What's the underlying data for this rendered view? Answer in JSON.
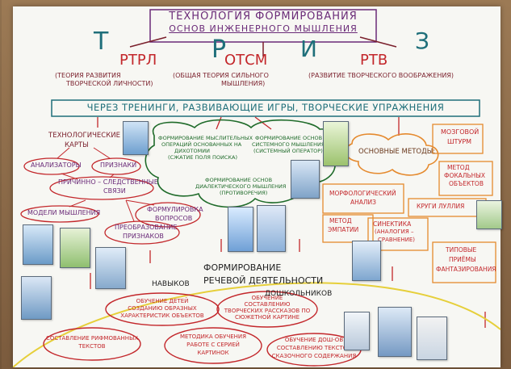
{
  "header": {
    "title_line1": "ТЕХНОЛОГИЯ ФОРМИРОВАНИЯ",
    "title_line2": "ОСНОВ ИНЖЕНЕРНОГО МЫШЛЕНИЯ"
  },
  "triz": {
    "T": "Т",
    "P": "Р",
    "I": "И",
    "Z": "З"
  },
  "branches": {
    "rtrl": {
      "label": "РТРЛ",
      "desc_line1": "(ТЕОРИЯ РАЗВИТИЯ",
      "desc_line2": "ТВОРЧЕСКОЙ ЛИЧНОСТИ)"
    },
    "otsm": {
      "label": "ОТСМ",
      "desc_line1": "(ОБЩАЯ ТЕОРИЯ СИЛЬНОГО",
      "desc_line2": "МЫШЛЕНИЯ)"
    },
    "rtv": {
      "label": "РТВ",
      "desc_line1": "(РАЗВИТИЕ ТВОРЧЕСКОГО ВООБРАЖЕНИЯ)"
    }
  },
  "banner": "ЧЕРЕЗ ТРЕНИНГИ, РАЗВИВАЮЩИЕ ИГРЫ, ТВОРЧЕСКИЕ УПРАЖНЕНИЯ",
  "left_block": {
    "title_line1": "ТЕХНОЛОГИЧЕСКИЕ",
    "title_line2": "КАРТЫ",
    "items": {
      "analyzers": "АНАЛИЗАТОРЫ",
      "signs": "ПРИЗНАКИ",
      "cause_line1": "ПРИЧИННО – СЛЕДСТВЕННЫЕ",
      "cause_line2": "СВЯЗИ",
      "models": "МОДЕЛИ МЫШЛЕНИЯ",
      "questions_line1": "ФОРМУЛИРОВКА",
      "questions_line2": "ВОПРОСОВ",
      "transform_line1": "ПРЕОБРАЗОВАНИЕ",
      "transform_line2": "ПРИЗНАКОВ"
    }
  },
  "middle_block": {
    "c1_line1": "ФОРМИРОВАНИЕ МЫСЛИТЕЛЬНЫХ",
    "c1_line2": "ОПЕРАЦИЙ ОСНОВАННЫХ НА",
    "c1_line3": "ДИХОТОМИИ",
    "c1_line4": "(СЖАТИЕ ПОЛЯ ПОИСКА)",
    "c2_line1": "ФОРМИРОВАНИЕ ОСНОВ",
    "c2_line2": "СИСТЕМНОГО МЫШЛЕНИЯ",
    "c2_line3": "(СИСТЕМНЫЙ ОПЕРАТОР)",
    "c3_line1": "ФОРМИРОВАНИЕ ОСНОВ",
    "c3_line2": "ДИАЛЕКТИЧЕСКОГО МЫШЛЕНИЯ",
    "c3_line3": "(ПРОТИВОРЕЧИЯ)"
  },
  "right_block": {
    "methods": "ОСНОВНЫЕ МЕТОДЫ:",
    "brainstorm_line1": "МОЗГОВОЙ",
    "brainstorm_line2": "ШТУРМ",
    "focal_line1": "МЕТОД",
    "focal_line2": "ФОКАЛЬНЫХ",
    "focal_line3": "ОБЪЕКТОВ",
    "morph_line1": "МОРФОЛОГИЧЕСКИЙ",
    "morph_line2": "АНАЛИЗ",
    "llull": "КРУГИ ЛУЛЛИЯ",
    "empathy_line1": "МЕТОД",
    "empathy_line2": "ЭМПАТИИ",
    "synectics_line1": "СИНЕКТИКА",
    "synectics_line2": "(АНАЛОГИЯ –",
    "synectics_line3": "СРАВНЕНИЕ)",
    "fantasy_line1": "ТИПОВЫЕ",
    "fantasy_line2": "ПРИЁМЫ",
    "fantasy_line3": "ФАНТАЗИРОВАНИЯ"
  },
  "bottom": {
    "title_line1": "ФОРМИРОВАНИЕ",
    "title_line2": "РЕЧЕВОЙ ДЕЯТЕЛЬНОСТИ",
    "skills": "НАВЫКОВ",
    "preschool": "ДОШКОЛЬНИКОВ",
    "b1_line1": "ОБУЧЕНИЕ ДЕТЕЙ",
    "b1_line2": "СОЗДАНИЮ ОБРАЗНЫХ",
    "b1_line3": "ХАРАКТЕРИСТИК ОБЪЕКТОВ",
    "b2_line1": "ОБУЧЕНИЕ",
    "b2_line2": "СОСТАВЛЕНИЮ",
    "b2_line3": "ТВОРЧЕСКИХ РАССКАЗОВ ПО",
    "b2_line4": "СЮЖЕТНОЙ КАРТИНЕ",
    "b3_line1": "СОСТАВЛЕНИЕ РИФМОВАННЫХ",
    "b3_line2": "ТЕКСТОВ",
    "b4_line1": "МЕТОДИКА ОБУЧЕНИЯ",
    "b4_line2": "РАБОТЕ С СЕРИЕЙ",
    "b4_line3": "КАРТИНОК",
    "b5_line1": "ОБУЧЕНИЕ ДОШ-ОВ",
    "b5_line2": "СОСТАВЛЕНИЮ ТЕКСТОВ",
    "b5_line3": "СКАЗОЧНОГО СОДЕРЖАНИЯ"
  },
  "colors": {
    "maroon": "#7a1f2b",
    "red": "#c3272b",
    "purple": "#6a2a78",
    "green": "#1f6b2a",
    "teal": "#1f6f7a",
    "orange": "#e58a2e",
    "yellow": "#e6cf3a"
  }
}
